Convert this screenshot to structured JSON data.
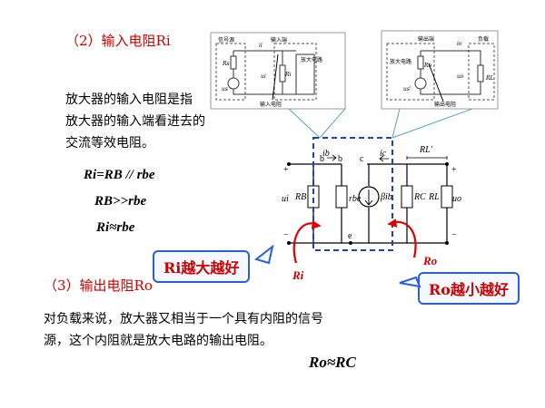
{
  "section2": {
    "title": "（2）输入电阻Ri"
  },
  "input_desc": {
    "line1": "放大器的输入电阻是指",
    "line2": "放大器的输入端看进去的",
    "line3": "交流等效电阻。"
  },
  "formulas": {
    "f1": "Ri=RB // rbe",
    "f2": "RB>>rbe",
    "f3": "Ri≈rbe"
  },
  "callouts": {
    "ri": "Ri越大越好",
    "ro": "Ro越小越好"
  },
  "section3": {
    "title": "（3）输出电阻Ro"
  },
  "output_desc": {
    "line1": "对负载来说，放大器又相当于一个具有内阻的信号",
    "line2": "源，这个内阻就是放大电路的输出电阻。"
  },
  "formula_ro": "Ro≈RC",
  "diagram_input": {
    "signal_source": "信号源",
    "input_port": "输入端",
    "amplifier": "放大电路",
    "input_resistance": "输入电阻",
    "i_label": "ii",
    "u_label": "ui",
    "ri_label": "Ri",
    "rs_label": "Rs",
    "us_label": "us"
  },
  "diagram_output": {
    "output_port": "输出端",
    "load": "负载",
    "amplifier": "放大电路",
    "output_resistance": "输出电阻",
    "rl_label": "RL",
    "uo_label": "uo",
    "io_label": "io",
    "ro_label": "Ro",
    "us_label": "us'"
  },
  "circuit": {
    "b1": "b",
    "b2": "b",
    "c": "c",
    "e": "e",
    "ui": "ui",
    "uo": "uo",
    "rb": "RB",
    "rbe": "rbe",
    "beta_ib": "βib",
    "rc": "RC",
    "rl": "RL",
    "rl_prime": "RL'",
    "ib": "ib",
    "ic": "ic",
    "ri_arrow": "Ri",
    "ro_arrow": "Ro",
    "plus": "+",
    "minus": "−"
  }
}
